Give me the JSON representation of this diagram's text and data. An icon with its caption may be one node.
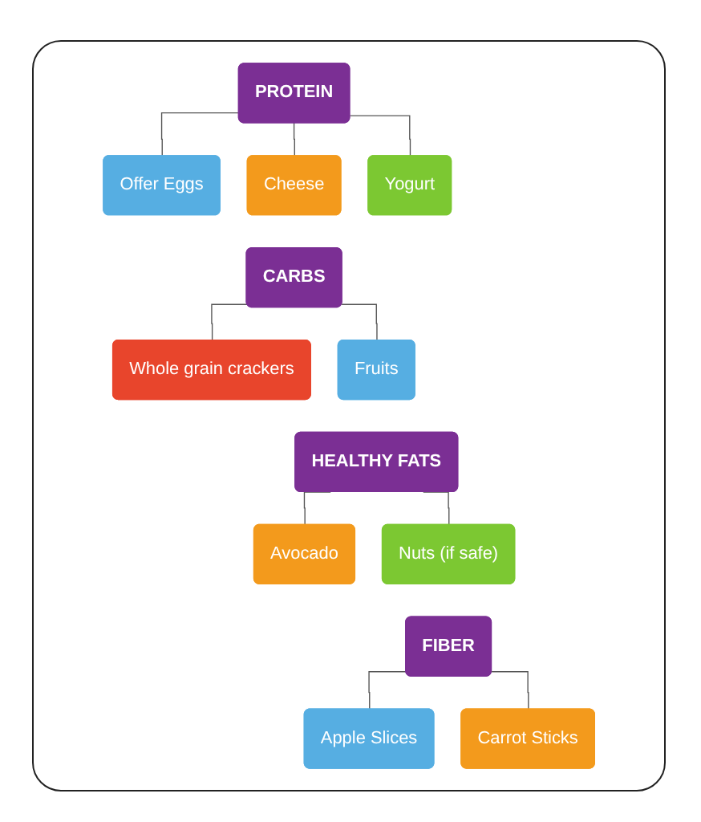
{
  "diagram": {
    "nodes": [
      {
        "text": [
          "PROTEIN"
        ]
      },
      {
        "text": [
          "Offer Eggs"
        ]
      },
      {
        "text": [
          "Cheese"
        ]
      },
      {
        "text": [
          "Yogurt"
        ]
      },
      {
        "text": [
          "CARBS"
        ]
      },
      {
        "text": [
          "Whole grain crackers"
        ]
      },
      {
        "text": [
          "Fruits"
        ]
      },
      {
        "text": [
          "HEALTHY FATS"
        ]
      },
      {
        "text": [
          "Avocado"
        ]
      },
      {
        "text": [
          "Nuts (if safe)"
        ]
      },
      {
        "text": [
          "FIBER"
        ]
      },
      {
        "text": [
          "Apple Slices"
        ]
      },
      {
        "text": [
          "Carrot Sticks"
        ]
      }
    ],
    "edges": [
      {
        "from": 0,
        "to": 1,
        "arrow": "none"
      },
      {
        "from": 0,
        "to": 2,
        "arrow": "none"
      },
      {
        "from": 0,
        "to": 3,
        "arrow": "none"
      },
      {
        "from": 4,
        "to": 5,
        "arrow": "none"
      },
      {
        "from": 4,
        "to": 6,
        "arrow": "none"
      },
      {
        "from": 7,
        "to": 8,
        "arrow": "none"
      },
      {
        "from": 7,
        "to": 9,
        "arrow": "none"
      },
      {
        "from": 10,
        "to": 11,
        "arrow": "none"
      },
      {
        "from": 10,
        "to": 12,
        "arrow": "none"
      }
    ]
  }
}
